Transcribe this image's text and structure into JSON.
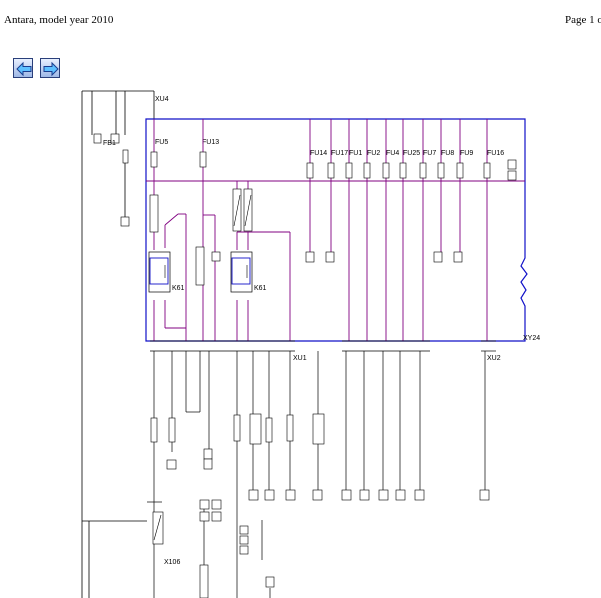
{
  "header": {
    "title": "Antara, model year 2010",
    "page": "Page 1 o"
  },
  "nav": {
    "back_icon": "back-arrow-icon",
    "forward_icon": "forward-arrow-icon"
  },
  "colors": {
    "box": "#1010c8",
    "wire": "#800080",
    "line": "#000000"
  },
  "diagram": {
    "box_main": "XU4",
    "box_bottom_label": "XY24",
    "connectors": [
      "XU1",
      "XU2"
    ],
    "relays": [
      "K61",
      "K61"
    ],
    "fb": "FB1",
    "x106": "X106",
    "fuses": [
      "FU5",
      "FU13",
      "FU14",
      "FU17",
      "FU1",
      "FU2",
      "FU4",
      "FU25",
      "FU7",
      "FU8",
      "FU9",
      "FU16"
    ]
  }
}
